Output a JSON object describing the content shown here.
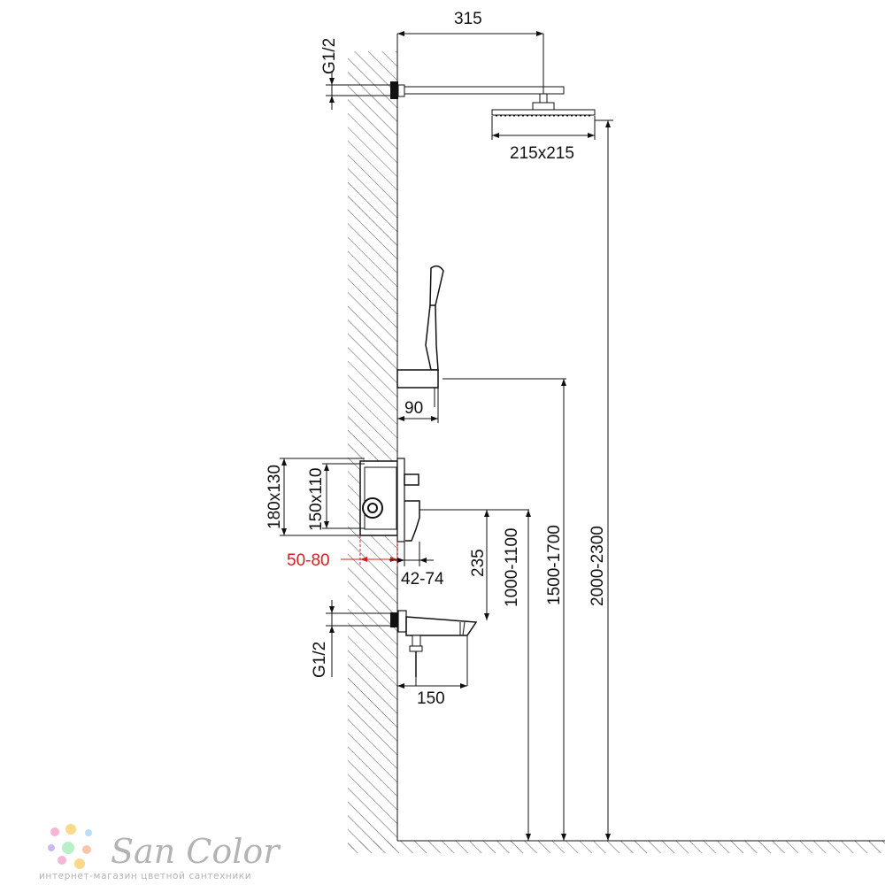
{
  "dimensions": {
    "arm_length": "315",
    "inlet_top": "G1/2",
    "head_size": "215x215",
    "holder_depth": "90",
    "box_outer": "180x130",
    "box_inner": "150x110",
    "wall_depth": "50-80",
    "adjust_range": "42-74",
    "mixer_to_spout": "235",
    "mixer_height": "1000-1100",
    "holder_height": "1500-1700",
    "head_height": "2000-2300",
    "inlet_bottom": "G1/2",
    "spout_length": "150"
  },
  "logo": {
    "brand": "San Color",
    "tagline": "интернет-магазин цветной сантехники",
    "dot_colors": [
      "#f5b5d5",
      "#f9d98a",
      "#b8dff5",
      "#c9b8f0",
      "#b8f0c9",
      "#f5c6a8"
    ]
  }
}
